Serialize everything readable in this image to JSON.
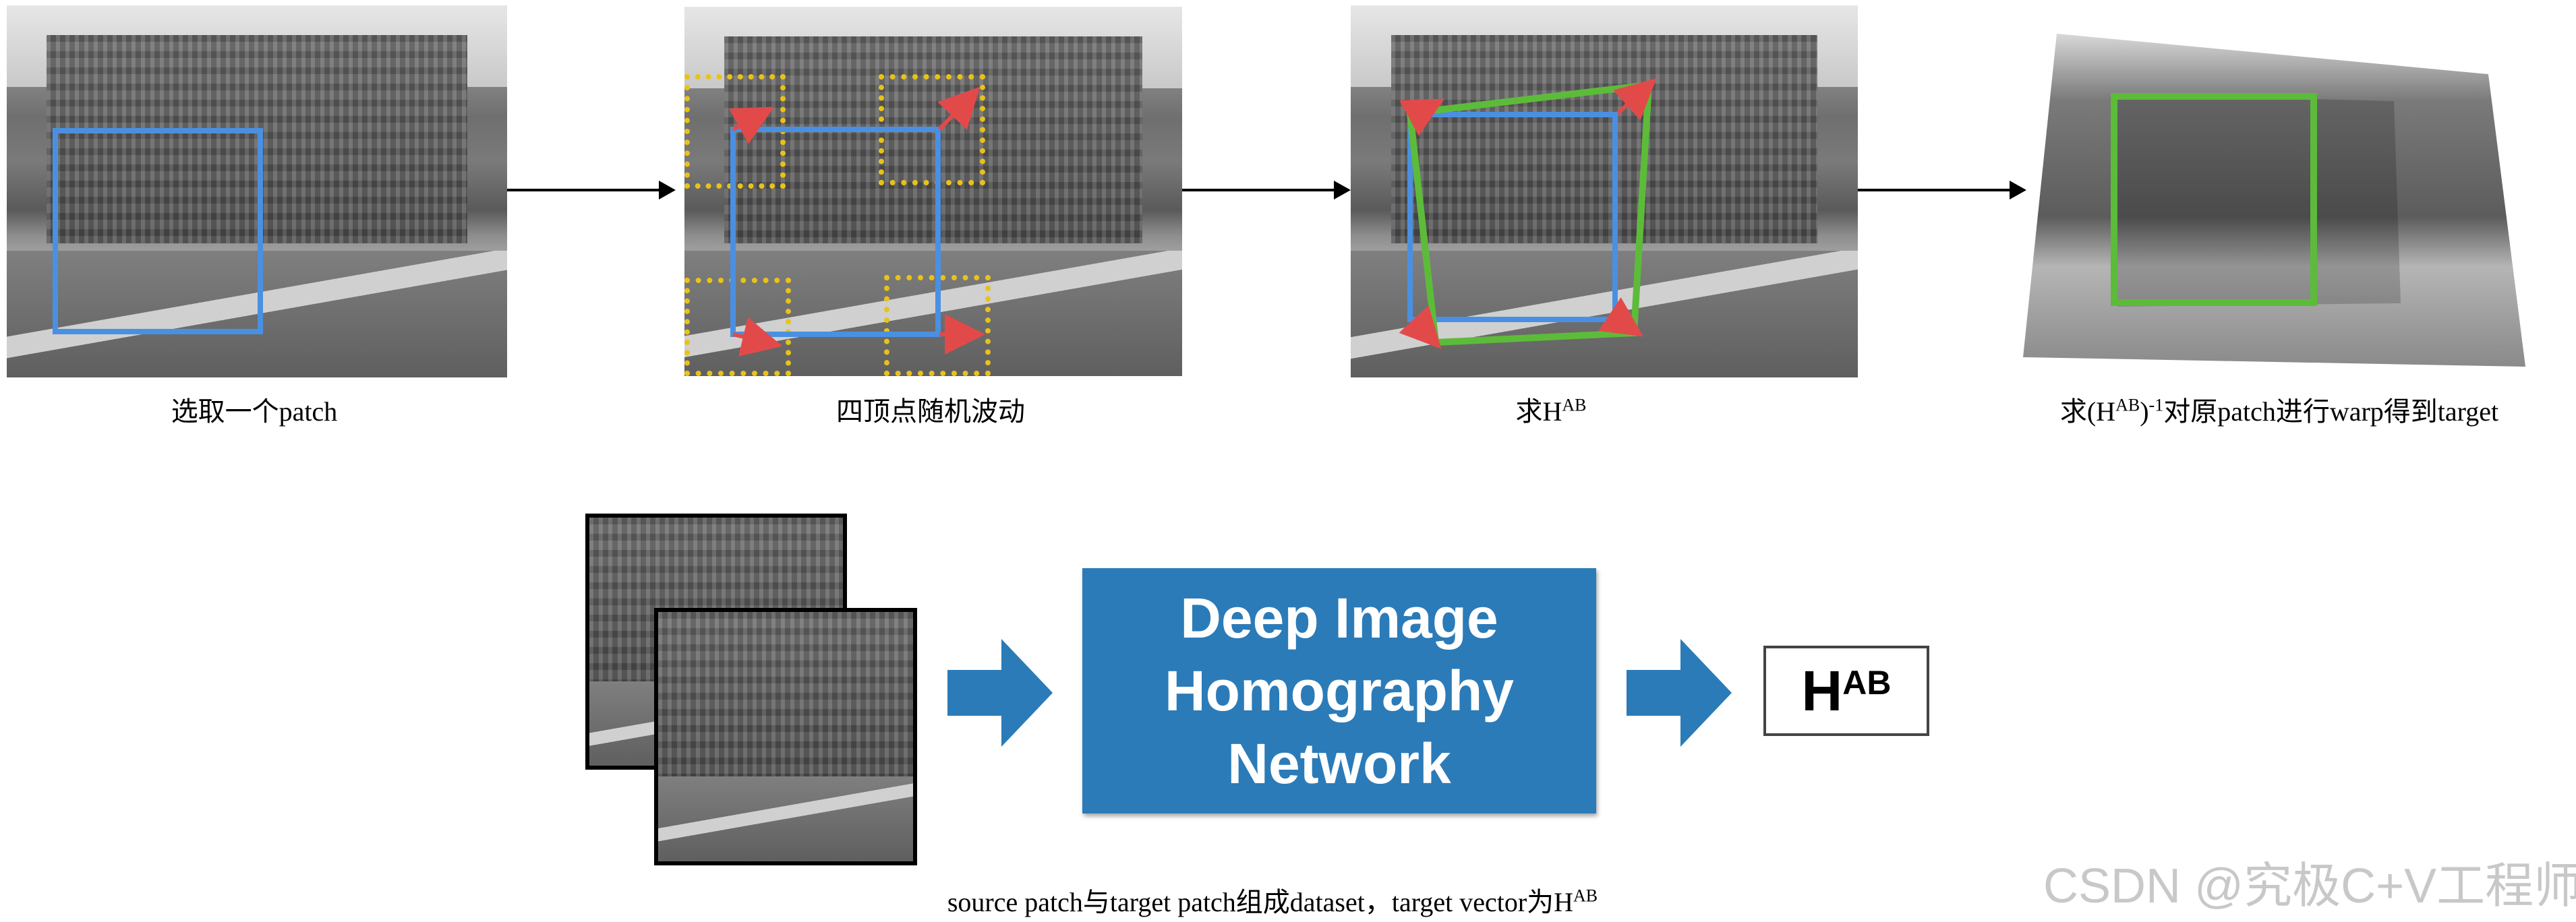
{
  "top_row": {
    "step1_caption": "选取一个patch",
    "step2_caption": "四顶点随机波动",
    "step3_caption_prefix": "求H",
    "step3_caption_sup": "AB",
    "step4_caption_prefix": "求(H",
    "step4_caption_sup1": "AB",
    "step4_caption_mid": ")",
    "step4_caption_sup2": "-1",
    "step4_caption_suffix": "对原patch进行warp得到target"
  },
  "bottom_row": {
    "network_line1": "Deep Image",
    "network_line2": "Homography",
    "network_line3": "Network",
    "output_h": "H",
    "output_sup": "AB",
    "caption_prefix": "source patch与target patch组成dataset，target vector为H",
    "caption_sup": "AB"
  },
  "watermark": "CSDN @究极C+V工程师",
  "colors": {
    "source_patch": "#4a90e2",
    "perturb_region": "#e8c21a",
    "target_patch": "#5dbb3a",
    "perturb_arrow": "#e24a4a",
    "network_block": "#2b7bb8",
    "flow_arrow": "#2b7bb8"
  }
}
